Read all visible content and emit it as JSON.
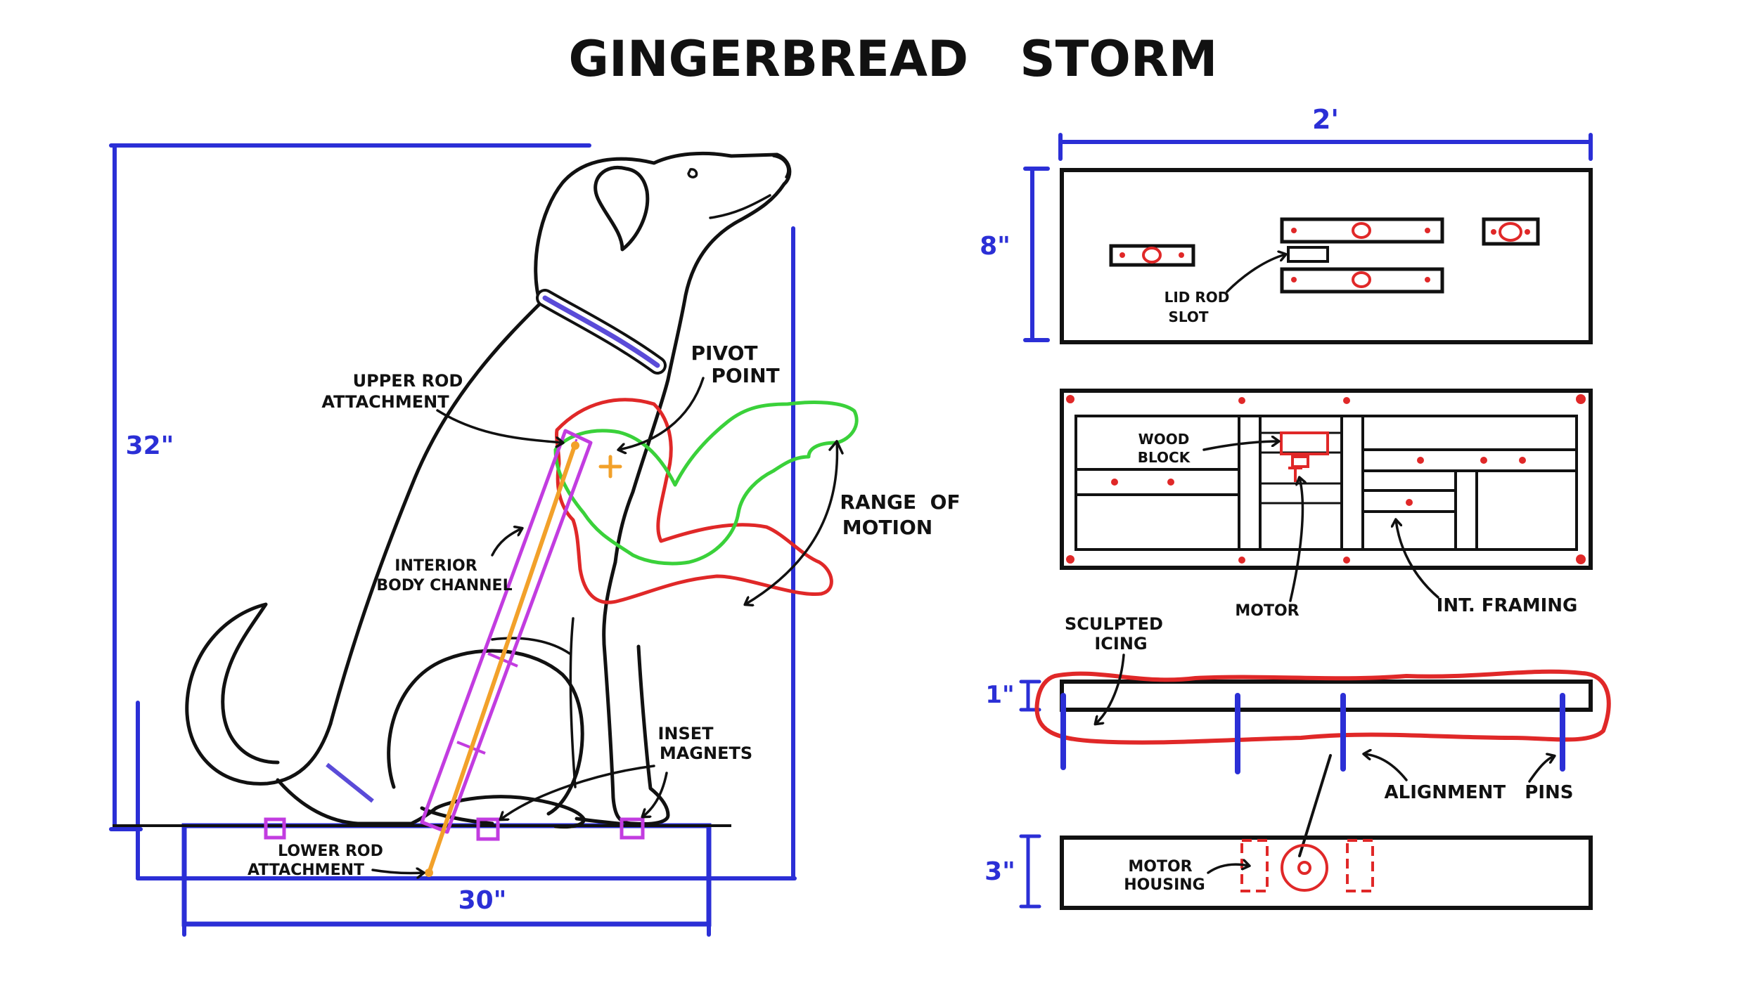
{
  "title": "GINGERBREAD   STORM",
  "colors": {
    "ink": "#111111",
    "dimension": "#2b2fd6",
    "channel": "#c23ce0",
    "rod": "#f2a12a",
    "red": "#e02828",
    "green": "#3ad13a"
  },
  "side_view": {
    "height_label": "32\"",
    "width_label": "30\"",
    "labels": {
      "upper_rod_1": "UPPER ROD",
      "upper_rod_2": "ATTACHMENT",
      "pivot_1": "PIVOT",
      "pivot_2": "POINT",
      "range_1": "RANGE  OF",
      "range_2": "MOTION",
      "channel_1": "INTERIOR",
      "channel_2": "BODY CHANNEL",
      "magnets_1": "INSET",
      "magnets_2": "MAGNETS",
      "lower_rod_1": "LOWER ROD",
      "lower_rod_2": "ATTACHMENT"
    }
  },
  "top_panel": {
    "width_label": "2'",
    "height_label": "8\"",
    "lid_label_1": "LID ROD",
    "lid_label_2": "SLOT"
  },
  "framing_panel": {
    "wood_1": "WOOD",
    "wood_2": "BLOCK",
    "motor": "MOTOR",
    "framing": "INT. FRAMING"
  },
  "icing_panel": {
    "height_label": "1\"",
    "icing_1": "SCULPTED",
    "icing_2": "ICING",
    "pins": "ALIGNMENT   PINS"
  },
  "housing_panel": {
    "height_label": "3\"",
    "housing_1": "MOTOR",
    "housing_2": "HOUSING"
  }
}
